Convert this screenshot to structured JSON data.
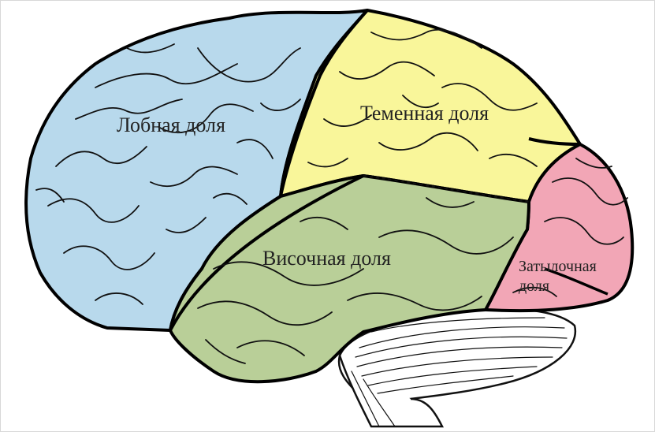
{
  "lobes": {
    "frontal": {
      "label": "Лобная доля",
      "color": "#b8d9ec"
    },
    "parietal": {
      "label": "Теменная доля",
      "color": "#f9f69a"
    },
    "temporal": {
      "label": "Височная доля",
      "color": "#b9cf98"
    },
    "occipital": {
      "label_line1": "Затылочная",
      "label_line2": "доля",
      "color": "#f2a6b6"
    }
  },
  "cerebellum": {
    "color": "#ffffff"
  }
}
